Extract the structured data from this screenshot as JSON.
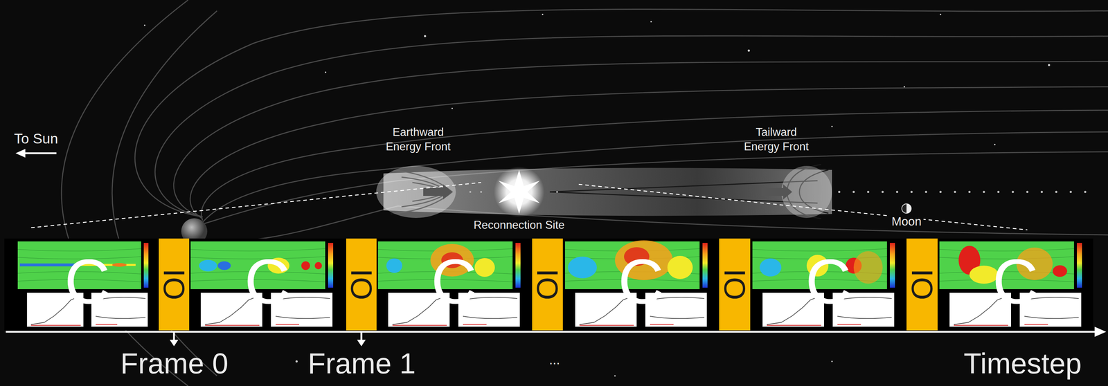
{
  "diagram": {
    "nodes": [
      {
        "text": [
          "C"
        ]
      },
      {
        "text": [
          "IO"
        ]
      },
      {
        "text": [
          "C"
        ]
      },
      {
        "text": [
          "IO"
        ]
      },
      {
        "text": [
          "C"
        ]
      },
      {
        "text": [
          "IO"
        ]
      },
      {
        "text": [
          "C"
        ]
      },
      {
        "text": [
          "IO"
        ]
      },
      {
        "text": [
          "C"
        ]
      },
      {
        "text": [
          "IO"
        ]
      },
      {
        "text": [
          "C"
        ]
      }
    ],
    "labels": [
      "To Sun",
      "Earthward Energy Front",
      "Tailward Energy Front",
      "Reconnection Site",
      "Moon",
      "Frame 0",
      "Frame 1",
      "...",
      "Timestep"
    ]
  }
}
